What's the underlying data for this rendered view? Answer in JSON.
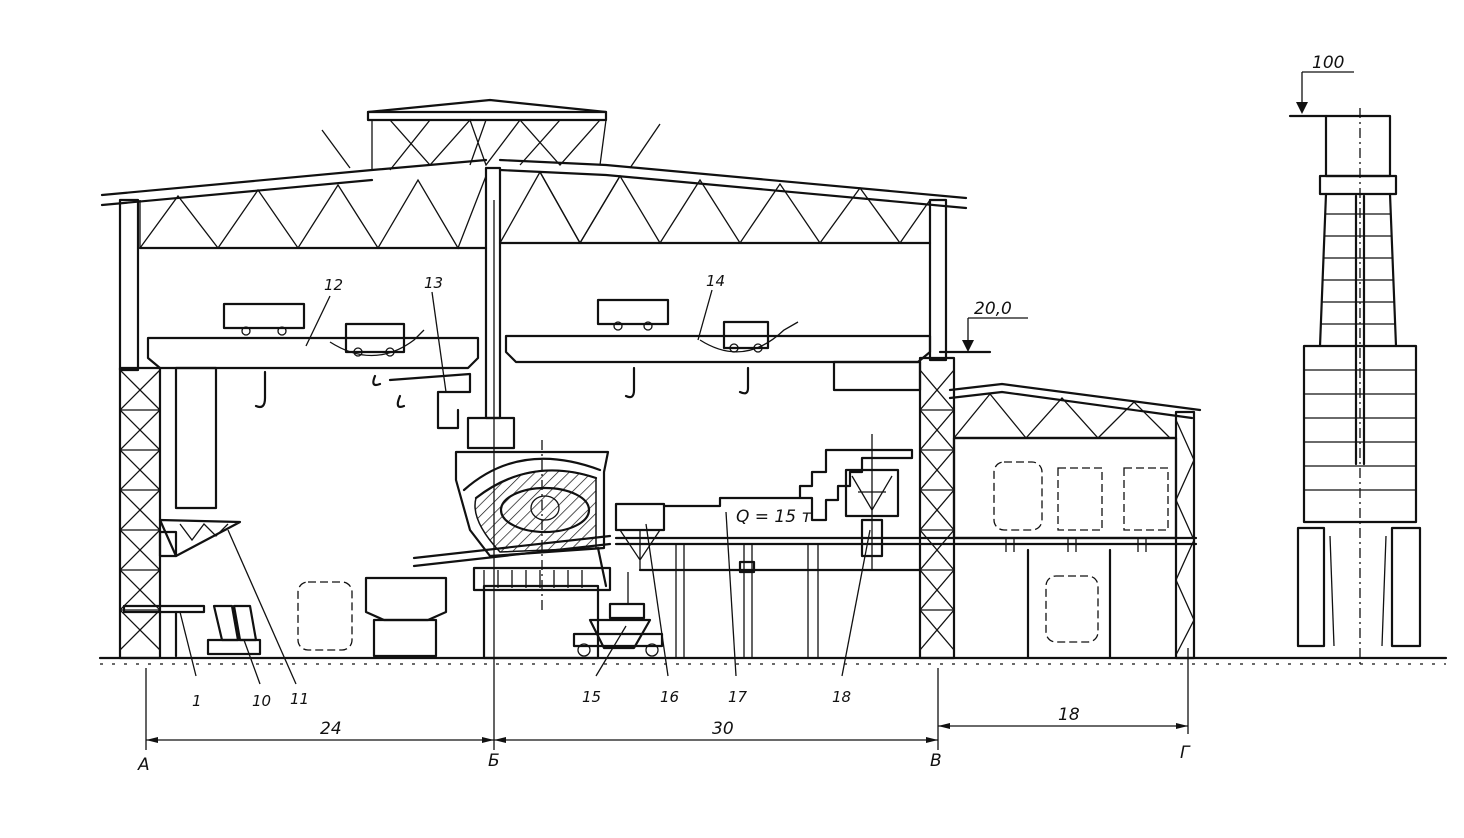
{
  "labels": {
    "l1": "1",
    "l10": "10",
    "l11": "11",
    "l12": "12",
    "l13": "13",
    "l14": "14",
    "l15": "15",
    "l16": "16",
    "l17": "17",
    "l18": "18"
  },
  "marks": {
    "elev_crane": "20,0",
    "elev_stack": "100",
    "capacity": "Q = 15 т"
  },
  "dimensions": {
    "span1": "24",
    "span2": "30",
    "span3": "18"
  },
  "axes": {
    "a": "А",
    "b": "Б",
    "v": "В",
    "g": "Г"
  }
}
